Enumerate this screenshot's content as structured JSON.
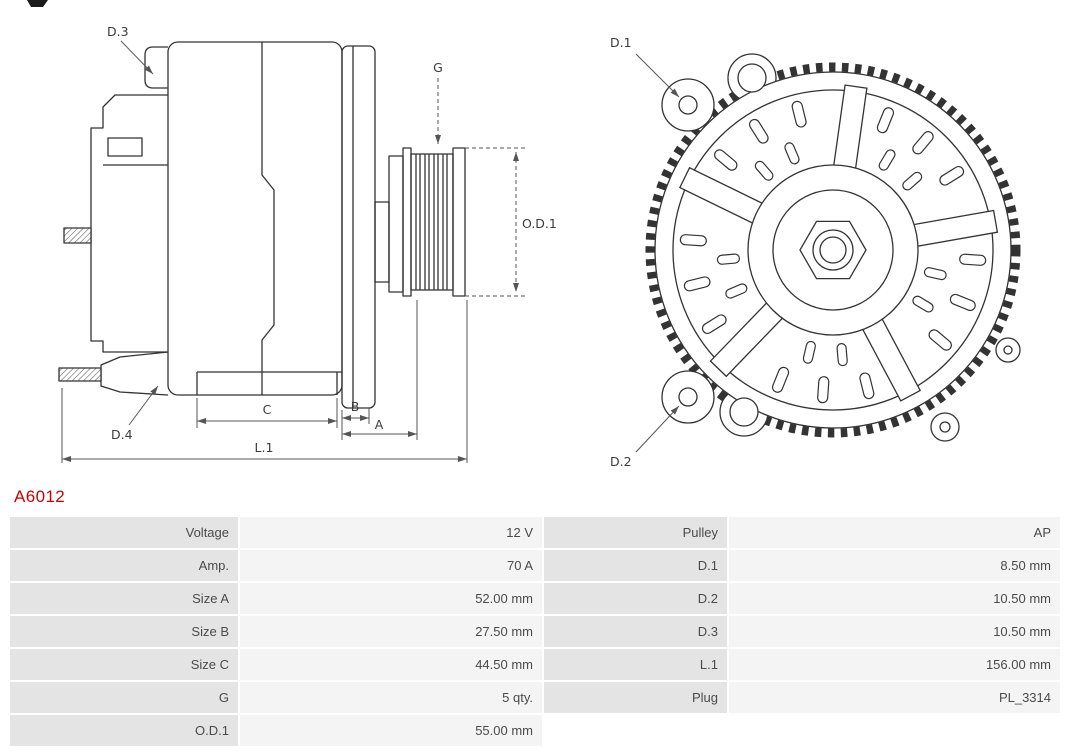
{
  "part_number": {
    "text": "A6012",
    "color": "#cc0000"
  },
  "colors": {
    "label_cell": "#e4e4e4",
    "value_cell": "#f4f4f4",
    "drawing_stroke": "#333333"
  },
  "drawing": {
    "side_view": {
      "labels": {
        "d3": "D.3",
        "d4": "D.4",
        "g": "G",
        "od1": "O.D.1",
        "c": "C",
        "b": "B",
        "a": "A",
        "l1": "L.1"
      }
    },
    "rear_view": {
      "labels": {
        "d1": "D.1",
        "d2": "D.2"
      }
    }
  },
  "spec_table": {
    "rows": [
      {
        "label_left": "Voltage",
        "value_left": "12 V",
        "label_right": "Pulley",
        "value_right": "AP"
      },
      {
        "label_left": "Amp.",
        "value_left": "70 A",
        "label_right": "D.1",
        "value_right": "8.50 mm"
      },
      {
        "label_left": "Size A",
        "value_left": "52.00 mm",
        "label_right": "D.2",
        "value_right": "10.50 mm"
      },
      {
        "label_left": "Size B",
        "value_left": "27.50 mm",
        "label_right": "D.3",
        "value_right": "10.50 mm"
      },
      {
        "label_left": "Size C",
        "value_left": "44.50 mm",
        "label_right": "L.1",
        "value_right": "156.00 mm"
      },
      {
        "label_left": "G",
        "value_left": "5 qty.",
        "label_right": "Plug",
        "value_right": "PL_3314"
      },
      {
        "label_left": "O.D.1",
        "value_left": "55.00 mm",
        "label_right": "",
        "value_right": ""
      }
    ]
  }
}
